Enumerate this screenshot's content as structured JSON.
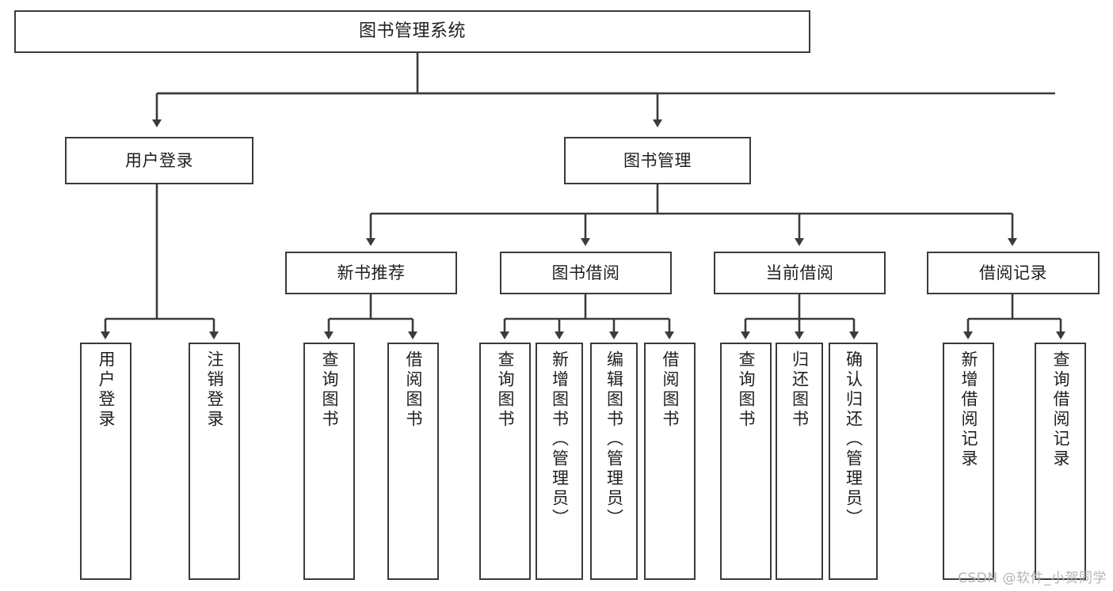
{
  "diagram": {
    "title": "图书管理系统",
    "type": "tree",
    "watermark": "CSDN @软件_小贺同学",
    "colors": {
      "stroke": "#3b3b3b",
      "fill": "#ffffff",
      "text": "#1f1f1f",
      "watermark": "#b4b4b4"
    },
    "nodes": {
      "root": {
        "label": "图书管理系统"
      },
      "level2": [
        {
          "id": "user-login",
          "label": "用户登录"
        },
        {
          "id": "book-manage",
          "label": "图书管理"
        }
      ],
      "level3": [
        {
          "id": "new-book-recommend",
          "label": "新书推荐"
        },
        {
          "id": "book-borrow",
          "label": "图书借阅"
        },
        {
          "id": "current-borrow",
          "label": "当前借阅"
        },
        {
          "id": "borrow-record",
          "label": "借阅记录"
        }
      ],
      "leaves": [
        {
          "id": "leaf-user-login",
          "parent": "user-login",
          "label": "用户登录"
        },
        {
          "id": "leaf-logout-login",
          "parent": "user-login",
          "label": "注销登录"
        },
        {
          "id": "leaf-query-book-1",
          "parent": "new-book-recommend",
          "label": "查询图书"
        },
        {
          "id": "leaf-borrow-book-1",
          "parent": "new-book-recommend",
          "label": "借阅图书"
        },
        {
          "id": "leaf-query-book-2",
          "parent": "book-borrow",
          "label": "查询图书"
        },
        {
          "id": "leaf-add-book",
          "parent": "book-borrow",
          "label": "新增图书（管理员）"
        },
        {
          "id": "leaf-edit-book",
          "parent": "book-borrow",
          "label": "编辑图书（管理员）"
        },
        {
          "id": "leaf-borrow-book-2",
          "parent": "book-borrow",
          "label": "借阅图书"
        },
        {
          "id": "leaf-query-book-3",
          "parent": "current-borrow",
          "label": "查询图书"
        },
        {
          "id": "leaf-return-book",
          "parent": "current-borrow",
          "label": "归还图书"
        },
        {
          "id": "leaf-confirm-return",
          "parent": "current-borrow",
          "label": "确认归还（管理员）"
        },
        {
          "id": "leaf-add-record",
          "parent": "borrow-record",
          "label": "新增借阅记录"
        },
        {
          "id": "leaf-query-record",
          "parent": "borrow-record",
          "label": "查询借阅记录"
        }
      ]
    }
  }
}
